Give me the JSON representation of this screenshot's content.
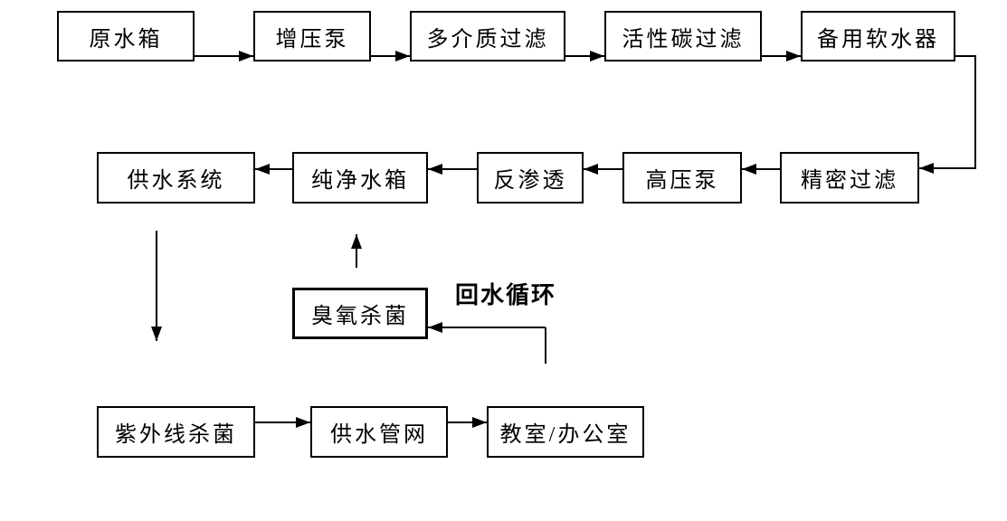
{
  "diagram": {
    "type": "flowchart",
    "background_color": "#ffffff",
    "line_color": "#000000",
    "box_border_color": "#000000",
    "text_color": "#000000",
    "nodes": [
      {
        "id": "raw-water-tank",
        "label": "原水箱"
      },
      {
        "id": "booster-pump",
        "label": "增压泵"
      },
      {
        "id": "multimedia-filter",
        "label": "多介质过滤"
      },
      {
        "id": "activated-carbon-filter",
        "label": "活性碳过滤"
      },
      {
        "id": "backup-water-softener",
        "label": "备用软水器"
      },
      {
        "id": "water-supply-system",
        "label": "供水系统"
      },
      {
        "id": "pure-water-tank",
        "label": "纯净水箱"
      },
      {
        "id": "reverse-osmosis",
        "label": "反渗透"
      },
      {
        "id": "high-pressure-pump",
        "label": "高压泵"
      },
      {
        "id": "precision-filter",
        "label": "精密过滤"
      },
      {
        "id": "ozone-sterilization",
        "label": "臭氧杀菌"
      },
      {
        "id": "uv-sterilization",
        "label": "紫外线杀菌"
      },
      {
        "id": "supply-pipe-network",
        "label": "供水管网"
      },
      {
        "id": "classroom-office",
        "label": "教室/办公室"
      }
    ],
    "annotations": [
      {
        "id": "return-water-loop",
        "label": "回水循环"
      }
    ],
    "edges": [
      {
        "from": "原水箱",
        "to": "增压泵",
        "direction": "right"
      },
      {
        "from": "增压泵",
        "to": "多介质过滤",
        "direction": "right"
      },
      {
        "from": "多介质过滤",
        "to": "活性碳过滤",
        "direction": "right"
      },
      {
        "from": "活性碳过滤",
        "to": "备用软水器",
        "direction": "right"
      },
      {
        "from": "备用软水器",
        "to": "精密过滤",
        "direction": "elbow-right-down-left"
      },
      {
        "from": "精密过滤",
        "to": "高压泵",
        "direction": "left"
      },
      {
        "from": "高压泵",
        "to": "反渗透",
        "direction": "left"
      },
      {
        "from": "反渗透",
        "to": "纯净水箱",
        "direction": "left"
      },
      {
        "from": "纯净水箱",
        "to": "供水系统",
        "direction": "left"
      },
      {
        "from": "供水系统",
        "to": "紫外线杀菌",
        "direction": "down"
      },
      {
        "from": "臭氧杀菌",
        "to": "纯净水箱",
        "direction": "up"
      },
      {
        "from": "教室/办公室",
        "to": "臭氧杀菌",
        "direction": "elbow-up-left",
        "label": "回水循环"
      },
      {
        "from": "紫外线杀菌",
        "to": "供水管网",
        "direction": "right"
      },
      {
        "from": "供水管网",
        "to": "教室/办公室",
        "direction": "right"
      }
    ]
  }
}
